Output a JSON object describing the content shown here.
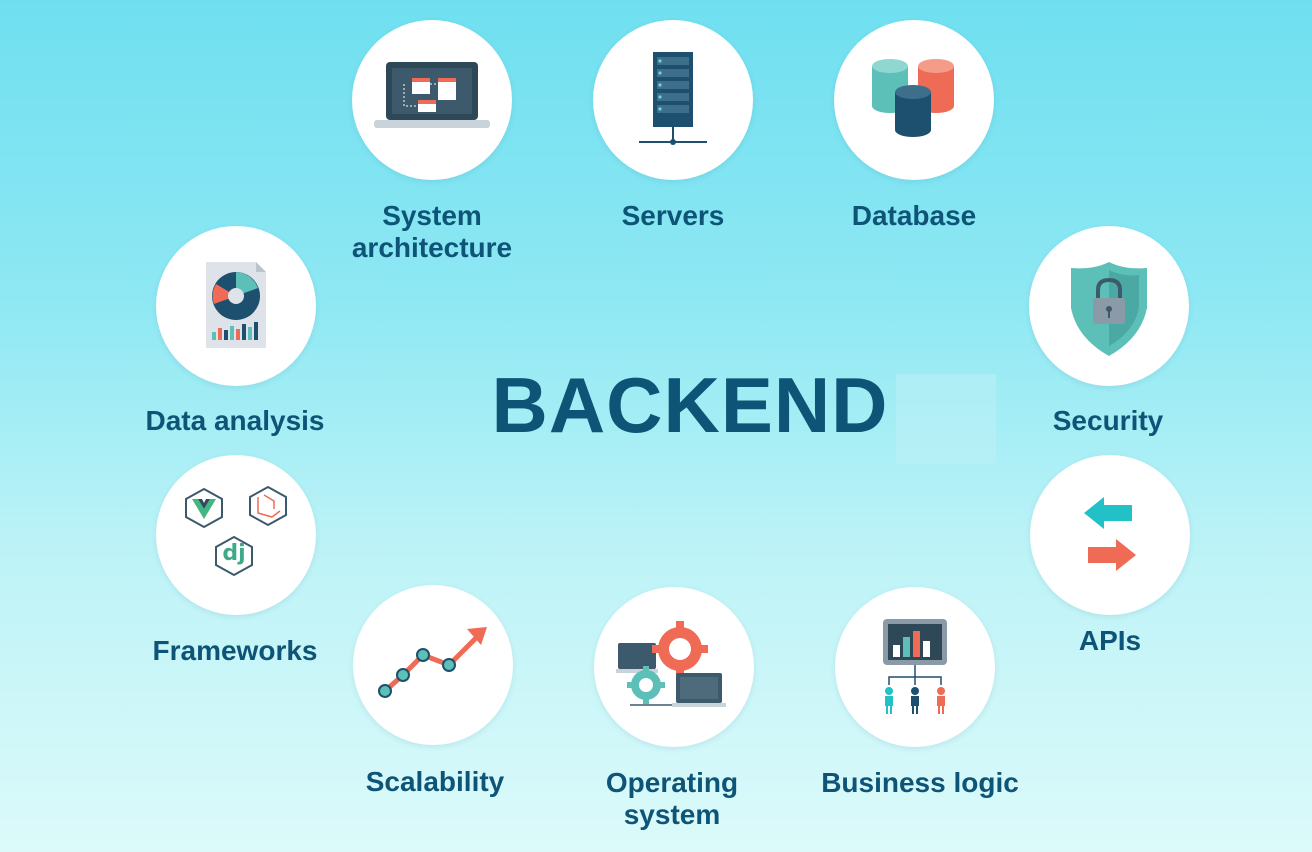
{
  "title": "BACKEND",
  "nodes": [
    {
      "id": "system-architecture",
      "label": "System\narchitecture",
      "icon": "laptop-flowchart-icon"
    },
    {
      "id": "servers",
      "label": "Servers",
      "icon": "server-rack-icon"
    },
    {
      "id": "database",
      "label": "Database",
      "icon": "database-stack-icon"
    },
    {
      "id": "data-analysis",
      "label": "Data analysis",
      "icon": "report-chart-icon"
    },
    {
      "id": "security",
      "label": "Security",
      "icon": "shield-lock-icon"
    },
    {
      "id": "frameworks",
      "label": "Frameworks",
      "icon": "framework-logos-icon"
    },
    {
      "id": "apis",
      "label": "APIs",
      "icon": "exchange-arrows-icon"
    },
    {
      "id": "scalability",
      "label": "Scalability",
      "icon": "growth-chart-icon"
    },
    {
      "id": "operating-system",
      "label": "Operating\nsystem",
      "icon": "gears-computers-icon"
    },
    {
      "id": "business-logic",
      "label": "Business logic",
      "icon": "dashboard-people-icon"
    }
  ],
  "colors": {
    "title": "#0d5477",
    "teal": "#4cbdb7",
    "red": "#ef6b55",
    "navy": "#1d4f6e"
  }
}
